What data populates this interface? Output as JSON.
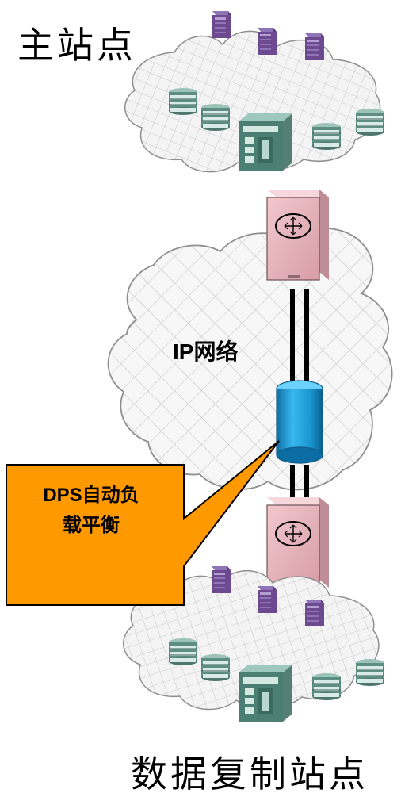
{
  "labels": {
    "primary_site": "主站点",
    "replication_site": "数据复制站点",
    "network": "IP网络",
    "callout_line_1": "DPS自动负",
    "callout_line_2": "载平衡"
  },
  "colors": {
    "background": "#ffffff",
    "callout_fill": "#ff9900",
    "callout_border": "#000000",
    "router_fill": "#e8b6bc",
    "router_shadow": "#b98790",
    "link_line": "#000000",
    "cylinder_fill": "#2a9fd6",
    "cloud_fill": "#f4f4f4",
    "cloud_grid": "#c9c9c9",
    "server_fill": "#6d4a90",
    "storage_fill": "#5e8d81",
    "cabinet_fill": "#4c7f73"
  },
  "icons": {
    "top_servers": "server-tower-icon",
    "top_storage": "storage-stack-icon",
    "top_cabinet": "storage-cabinet-icon",
    "top_router": "router-icon",
    "bottom_router": "router-icon",
    "load_balancer": "load-balancer-cylinder-icon",
    "bottom_servers": "server-tower-icon",
    "bottom_storage": "storage-stack-icon",
    "bottom_cabinet": "storage-cabinet-icon"
  }
}
